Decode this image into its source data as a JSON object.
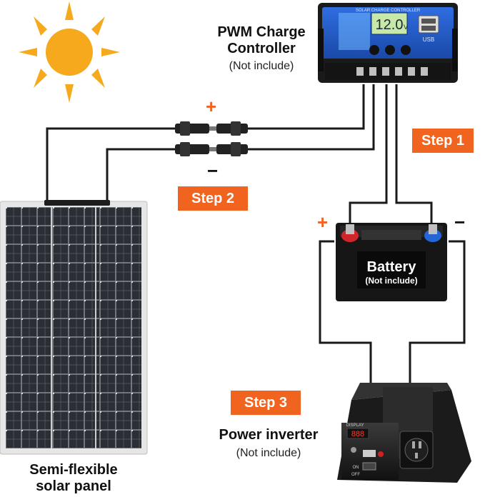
{
  "controller": {
    "title_line1": "PWM Charge",
    "title_line2": "Controller",
    "note": "(Not include)",
    "display_value": "12.0",
    "display_unit": "V",
    "face_text": "SOLAR CHARGE CONTROLLER",
    "usb_label": "USB"
  },
  "steps": {
    "step1": "Step 1",
    "step2": "Step 2",
    "step3": "Step 3"
  },
  "battery": {
    "title": "Battery",
    "note": "(Not include)",
    "plus": "+",
    "minus": "−"
  },
  "connectors": {
    "plus": "+",
    "minus": "−"
  },
  "inverter": {
    "title": "Power inverter",
    "note": "(Not include)",
    "display_digits": "888",
    "display_label": "DISPLAY",
    "on_label": "ON",
    "off_label": "OFF"
  },
  "panel": {
    "line1": "Semi-flexible",
    "line2": "solar panel"
  },
  "colors": {
    "step_orange": "#f06420",
    "sun_yellow": "#f6a91d",
    "controller_blue": "#1f57c5",
    "wire": "#1a1a1a"
  }
}
